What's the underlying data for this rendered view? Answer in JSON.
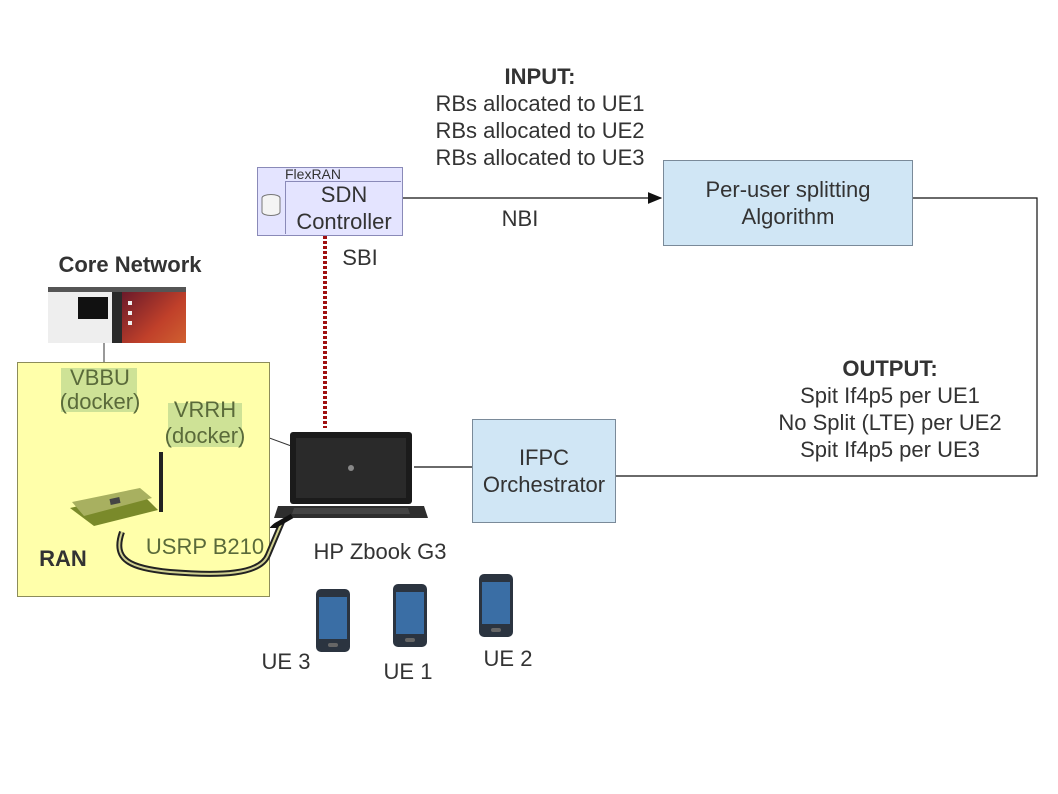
{
  "input": {
    "title": "INPUT:",
    "lines": [
      "RBs allocated to UE1",
      "RBs allocated to UE2",
      "RBs allocated to UE3"
    ]
  },
  "sdn": {
    "tag": "FlexRAN",
    "line1": "SDN",
    "line2": "Controller"
  },
  "nbi_label": "NBI",
  "sbi_label": "SBI",
  "splitting": {
    "line1": "Per-user splitting",
    "line2": "Algorithm"
  },
  "core_network": "Core Network",
  "ran": {
    "label": "RAN",
    "vbbu": {
      "line1": "VBBU",
      "line2": "(docker)"
    },
    "vrrh": {
      "line1": "VRRH",
      "line2": "(docker)"
    },
    "usrp": "USRP B210"
  },
  "laptop_label": "HP Zbook G3",
  "ifpc": {
    "line1": "IFPC",
    "line2": "Orchestrator"
  },
  "output": {
    "title": "OUTPUT:",
    "lines": [
      "Spit If4p5 per UE1",
      "No Split (LTE) per UE2",
      "Spit If4p5 per UE3"
    ]
  },
  "ues": [
    "UE 3",
    "UE 1",
    "UE 2"
  ],
  "colors": {
    "box_blue": "#d0e6f5",
    "ran_yellow": "#ffffaa",
    "sdn_lavender": "#e4e4ff",
    "sbi_dotted": "#a01010"
  }
}
